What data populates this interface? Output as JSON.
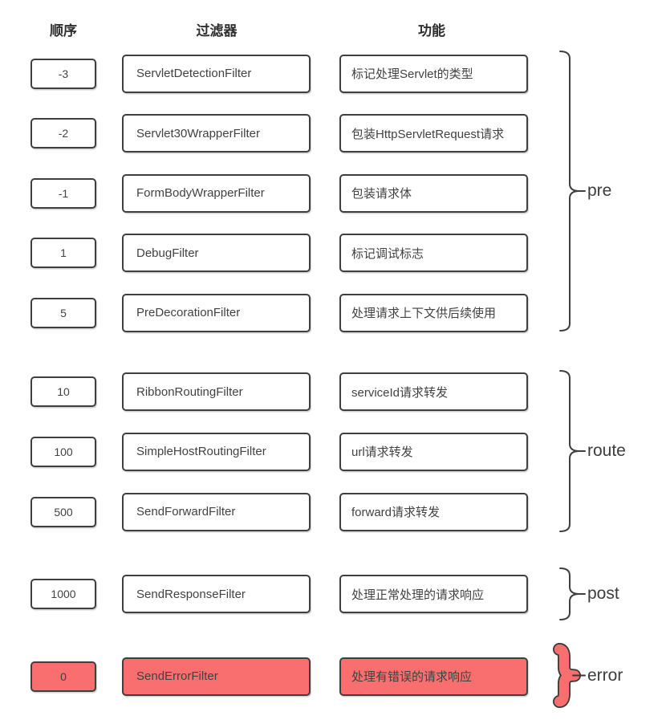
{
  "headers": {
    "order": "顺序",
    "filter": "过滤器",
    "function": "功能"
  },
  "colors": {
    "box_border": "#3f3f3f",
    "box_text": "#424242",
    "highlight_fill": "#f96e6e",
    "brace_stroke": "#3f3f3f",
    "label_text": "#3d3d3d"
  },
  "groups": [
    {
      "label": "pre",
      "highlight": false,
      "rows": [
        {
          "order": "-3",
          "filter": "ServletDetectionFilter",
          "function": "标记处理Servlet的类型"
        },
        {
          "order": "-2",
          "filter": "Servlet30WrapperFilter",
          "function": "包装HttpServletRequest请求"
        },
        {
          "order": "-1",
          "filter": "FormBodyWrapperFilter",
          "function": "包装请求体"
        },
        {
          "order": "1",
          "filter": "DebugFilter",
          "function": "标记调试标志"
        },
        {
          "order": "5",
          "filter": "PreDecorationFilter",
          "function": "处理请求上下文供后续使用"
        }
      ]
    },
    {
      "label": "route",
      "highlight": false,
      "rows": [
        {
          "order": "10",
          "filter": "RibbonRoutingFilter",
          "function": "serviceId请求转发"
        },
        {
          "order": "100",
          "filter": "SimpleHostRoutingFilter",
          "function": "url请求转发"
        },
        {
          "order": "500",
          "filter": "SendForwardFilter",
          "function": "forward请求转发"
        }
      ]
    },
    {
      "label": "post",
      "highlight": false,
      "rows": [
        {
          "order": "1000",
          "filter": "SendResponseFilter",
          "function": "处理正常处理的请求响应"
        }
      ]
    },
    {
      "label": "error",
      "highlight": true,
      "rows": [
        {
          "order": "0",
          "filter": "SendErrorFilter",
          "function": "处理有错误的请求响应"
        }
      ]
    }
  ]
}
